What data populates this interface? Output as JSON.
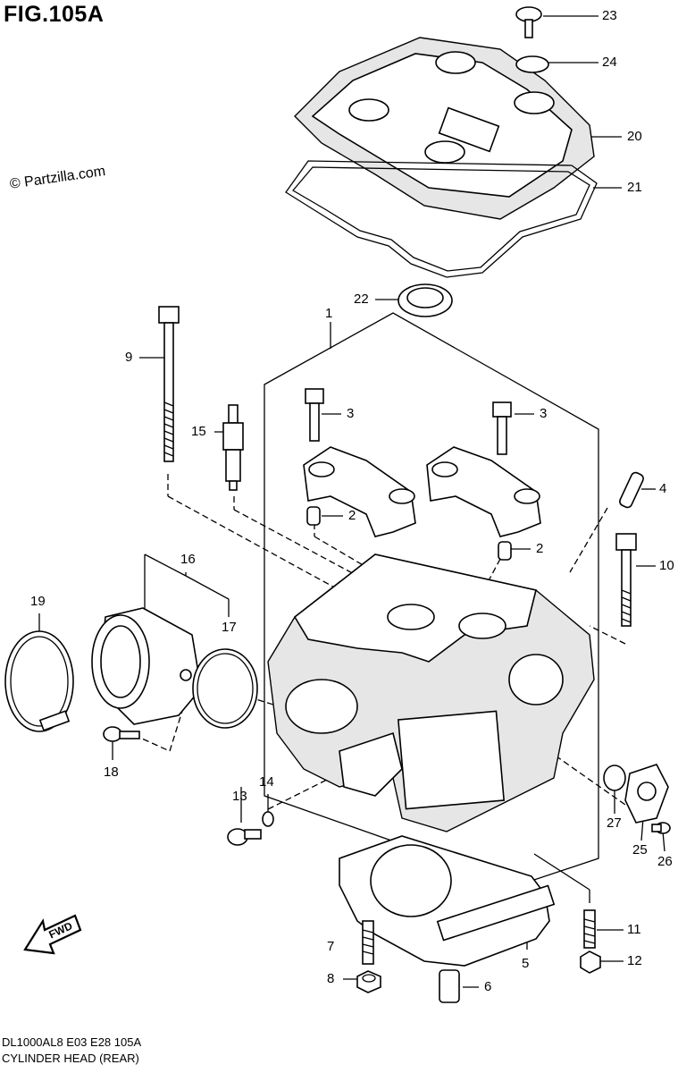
{
  "figure_title": "FIG.105A",
  "copyright": "© Partzilla.com",
  "footer": {
    "code": "DL1000AL8  E03  E28  105A",
    "caption": "CYLINDER HEAD (REAR)"
  },
  "fwd_label": "FWD",
  "callouts": {
    "c23": "23",
    "c24": "24",
    "c20": "20",
    "c21": "21",
    "c22": "22",
    "c1": "1",
    "c9": "9",
    "c3a": "3",
    "c3b": "3",
    "c15": "15",
    "c2a": "2",
    "c2b": "2",
    "c4": "4",
    "c10": "10",
    "c16": "16",
    "c19": "19",
    "c17": "17",
    "c18": "18",
    "c13": "13",
    "c14": "14",
    "c27": "27",
    "c25": "25",
    "c26": "26",
    "c7": "7",
    "c5": "5",
    "c11": "11",
    "c12": "12",
    "c8": "8",
    "c6": "6"
  }
}
